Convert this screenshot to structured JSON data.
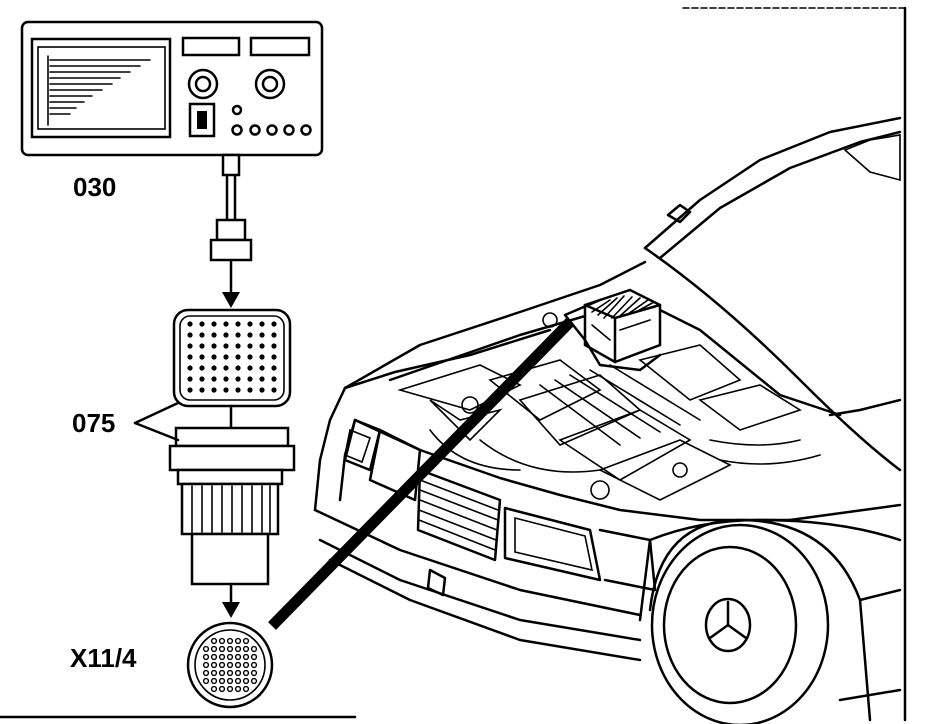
{
  "labels": {
    "tester": "030",
    "adapter": "075",
    "connector": "X11/4"
  }
}
